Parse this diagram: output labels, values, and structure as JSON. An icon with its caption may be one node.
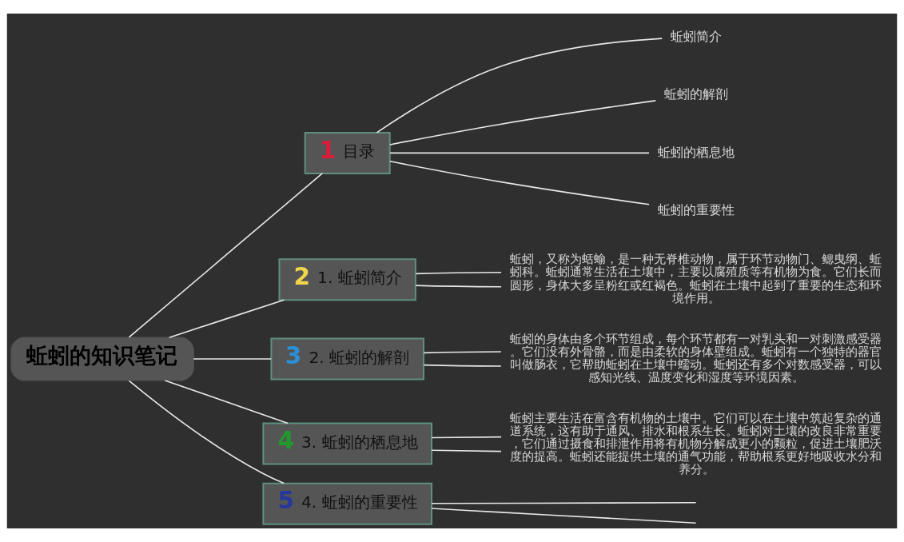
{
  "diagram": {
    "nodes": [
      {
        "text": [
          "蚯蚓的知识笔记"
        ]
      },
      {
        "text": [
          "1",
          "目录"
        ]
      },
      {
        "text": [
          "蚯蚓简介"
        ]
      },
      {
        "text": [
          "蚯蚓的解剖"
        ]
      },
      {
        "text": [
          "蚯蚓的栖息地"
        ]
      },
      {
        "text": [
          "蚯蚓的重要性"
        ]
      },
      {
        "text": [
          "2",
          "1. 蚯蚓简介"
        ]
      },
      {
        "text": [
          "蚯蚓，又称为蛞蝓，是一种无脊椎动物，属于环节动物门、鳃曳纲、蚯蚓科。蚯蚓通常生活在土壤中，主要以腐殖质等有机物为食。它们长而圆形，身体大多呈粉红或红褐色。蚯蚓在土壤中起到了重要的生态和环境作用。"
        ]
      },
      {
        "text": [
          "3",
          "2. 蚯蚓的解剖"
        ]
      },
      {
        "text": [
          "蚯蚓的身体由多个环节组成，每个环节都有一对乳头和一对刺激感受器。它们没有外骨骼，而是由柔软的身体壁组成。蚯蚓有一个独特的器官叫做肠衣，它帮助蚯蚓在土壤中蠕动。蚯蚓还有多个对数感受器，可以感知光线、温度变化和湿度等环境因素。"
        ]
      },
      {
        "text": [
          "4",
          "3. 蚯蚓的栖息地"
        ]
      },
      {
        "text": [
          "蚯蚓主要生活在富含有机物的土壤中。它们可以在土壤中筑起复杂的通道系统，这有助于通风、排水和根系生长。蚯蚓对土壤的改良非常重要，它们通过摄食和排泄作用将有机物分解成更小的颗粒，促进土壤肥沃度的提高。蚯蚓还能提供土壤的通气功能，帮助根系更好地吸收水分和养分。"
        ]
      },
      {
        "text": [
          "5",
          "4. 蚯蚓的重要性"
        ]
      }
    ],
    "edges": [
      {
        "from": 0,
        "to": 1,
        "arrow": "none"
      },
      {
        "from": 1,
        "to": 2,
        "arrow": "none"
      },
      {
        "from": 1,
        "to": 3,
        "arrow": "none"
      },
      {
        "from": 1,
        "to": 4,
        "arrow": "none"
      },
      {
        "from": 1,
        "to": 5,
        "arrow": "none"
      },
      {
        "from": 0,
        "to": 6,
        "arrow": "none"
      },
      {
        "from": 6,
        "to": 7,
        "arrow": "none"
      },
      {
        "from": 6,
        "to": 7,
        "arrow": "none"
      },
      {
        "from": 0,
        "to": 8,
        "arrow": "none"
      },
      {
        "from": 8,
        "to": 9,
        "arrow": "none"
      },
      {
        "from": 8,
        "to": 9,
        "arrow": "none"
      },
      {
        "from": 0,
        "to": 10,
        "arrow": "none"
      },
      {
        "from": 10,
        "to": 11,
        "arrow": "none"
      },
      {
        "from": 10,
        "to": 11,
        "arrow": "none"
      },
      {
        "from": 0,
        "to": 12,
        "arrow": "none"
      },
      {
        "from": 12,
        "to": null,
        "arrow": "none"
      },
      {
        "from": 12,
        "to": null,
        "arrow": "none"
      }
    ]
  }
}
